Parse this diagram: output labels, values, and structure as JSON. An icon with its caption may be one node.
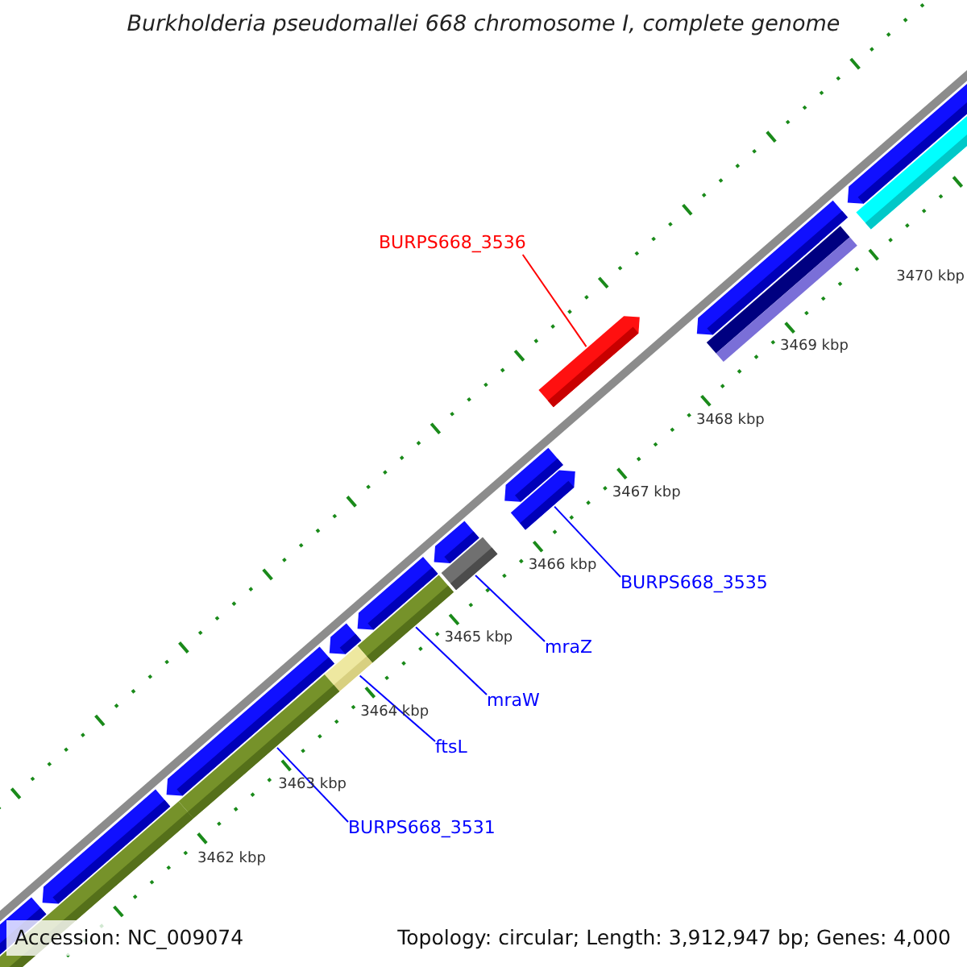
{
  "diagram": {
    "title": "Burkholderia pseudomallei 668 chromosome I, complete genome",
    "nodes": [
      {
        "text": [
          "BURPS668_3536"
        ]
      },
      {
        "text": [],
        "shape": "bar"
      },
      {
        "text": [
          "BURPS668_3535"
        ]
      },
      {
        "text": [],
        "shape": "bar"
      },
      {
        "text": [
          "mraZ"
        ]
      },
      {
        "text": [],
        "shape": "bar"
      },
      {
        "text": [
          "mraW"
        ]
      },
      {
        "text": [],
        "shape": "bar"
      },
      {
        "text": [
          "ftsL"
        ]
      },
      {
        "text": [],
        "shape": "bar"
      },
      {
        "text": [
          "BURPS668_3531"
        ]
      },
      {
        "text": [],
        "shape": "bar"
      }
    ],
    "edges": [
      {
        "from": 0,
        "to": 1,
        "arrow": "none",
        "color": "#ff0000"
      },
      {
        "from": 2,
        "to": 3,
        "arrow": "none"
      },
      {
        "from": 4,
        "to": 5,
        "arrow": "none"
      },
      {
        "from": 6,
        "to": 7,
        "arrow": "none"
      },
      {
        "from": 8,
        "to": 9,
        "arrow": "none"
      },
      {
        "from": 10,
        "to": 11,
        "arrow": "none"
      }
    ],
    "labels": [
      "3470 kbp",
      "3469 kbp",
      "3468 kbp",
      "3467 kbp",
      "3466 kbp",
      "3465 kbp",
      "3464 kbp",
      "3463 kbp",
      "3462 kbp",
      "Accession: NC_009074",
      "Topology: circular; Length: 3,912,947 bp; Genes: 4,000"
    ]
  }
}
